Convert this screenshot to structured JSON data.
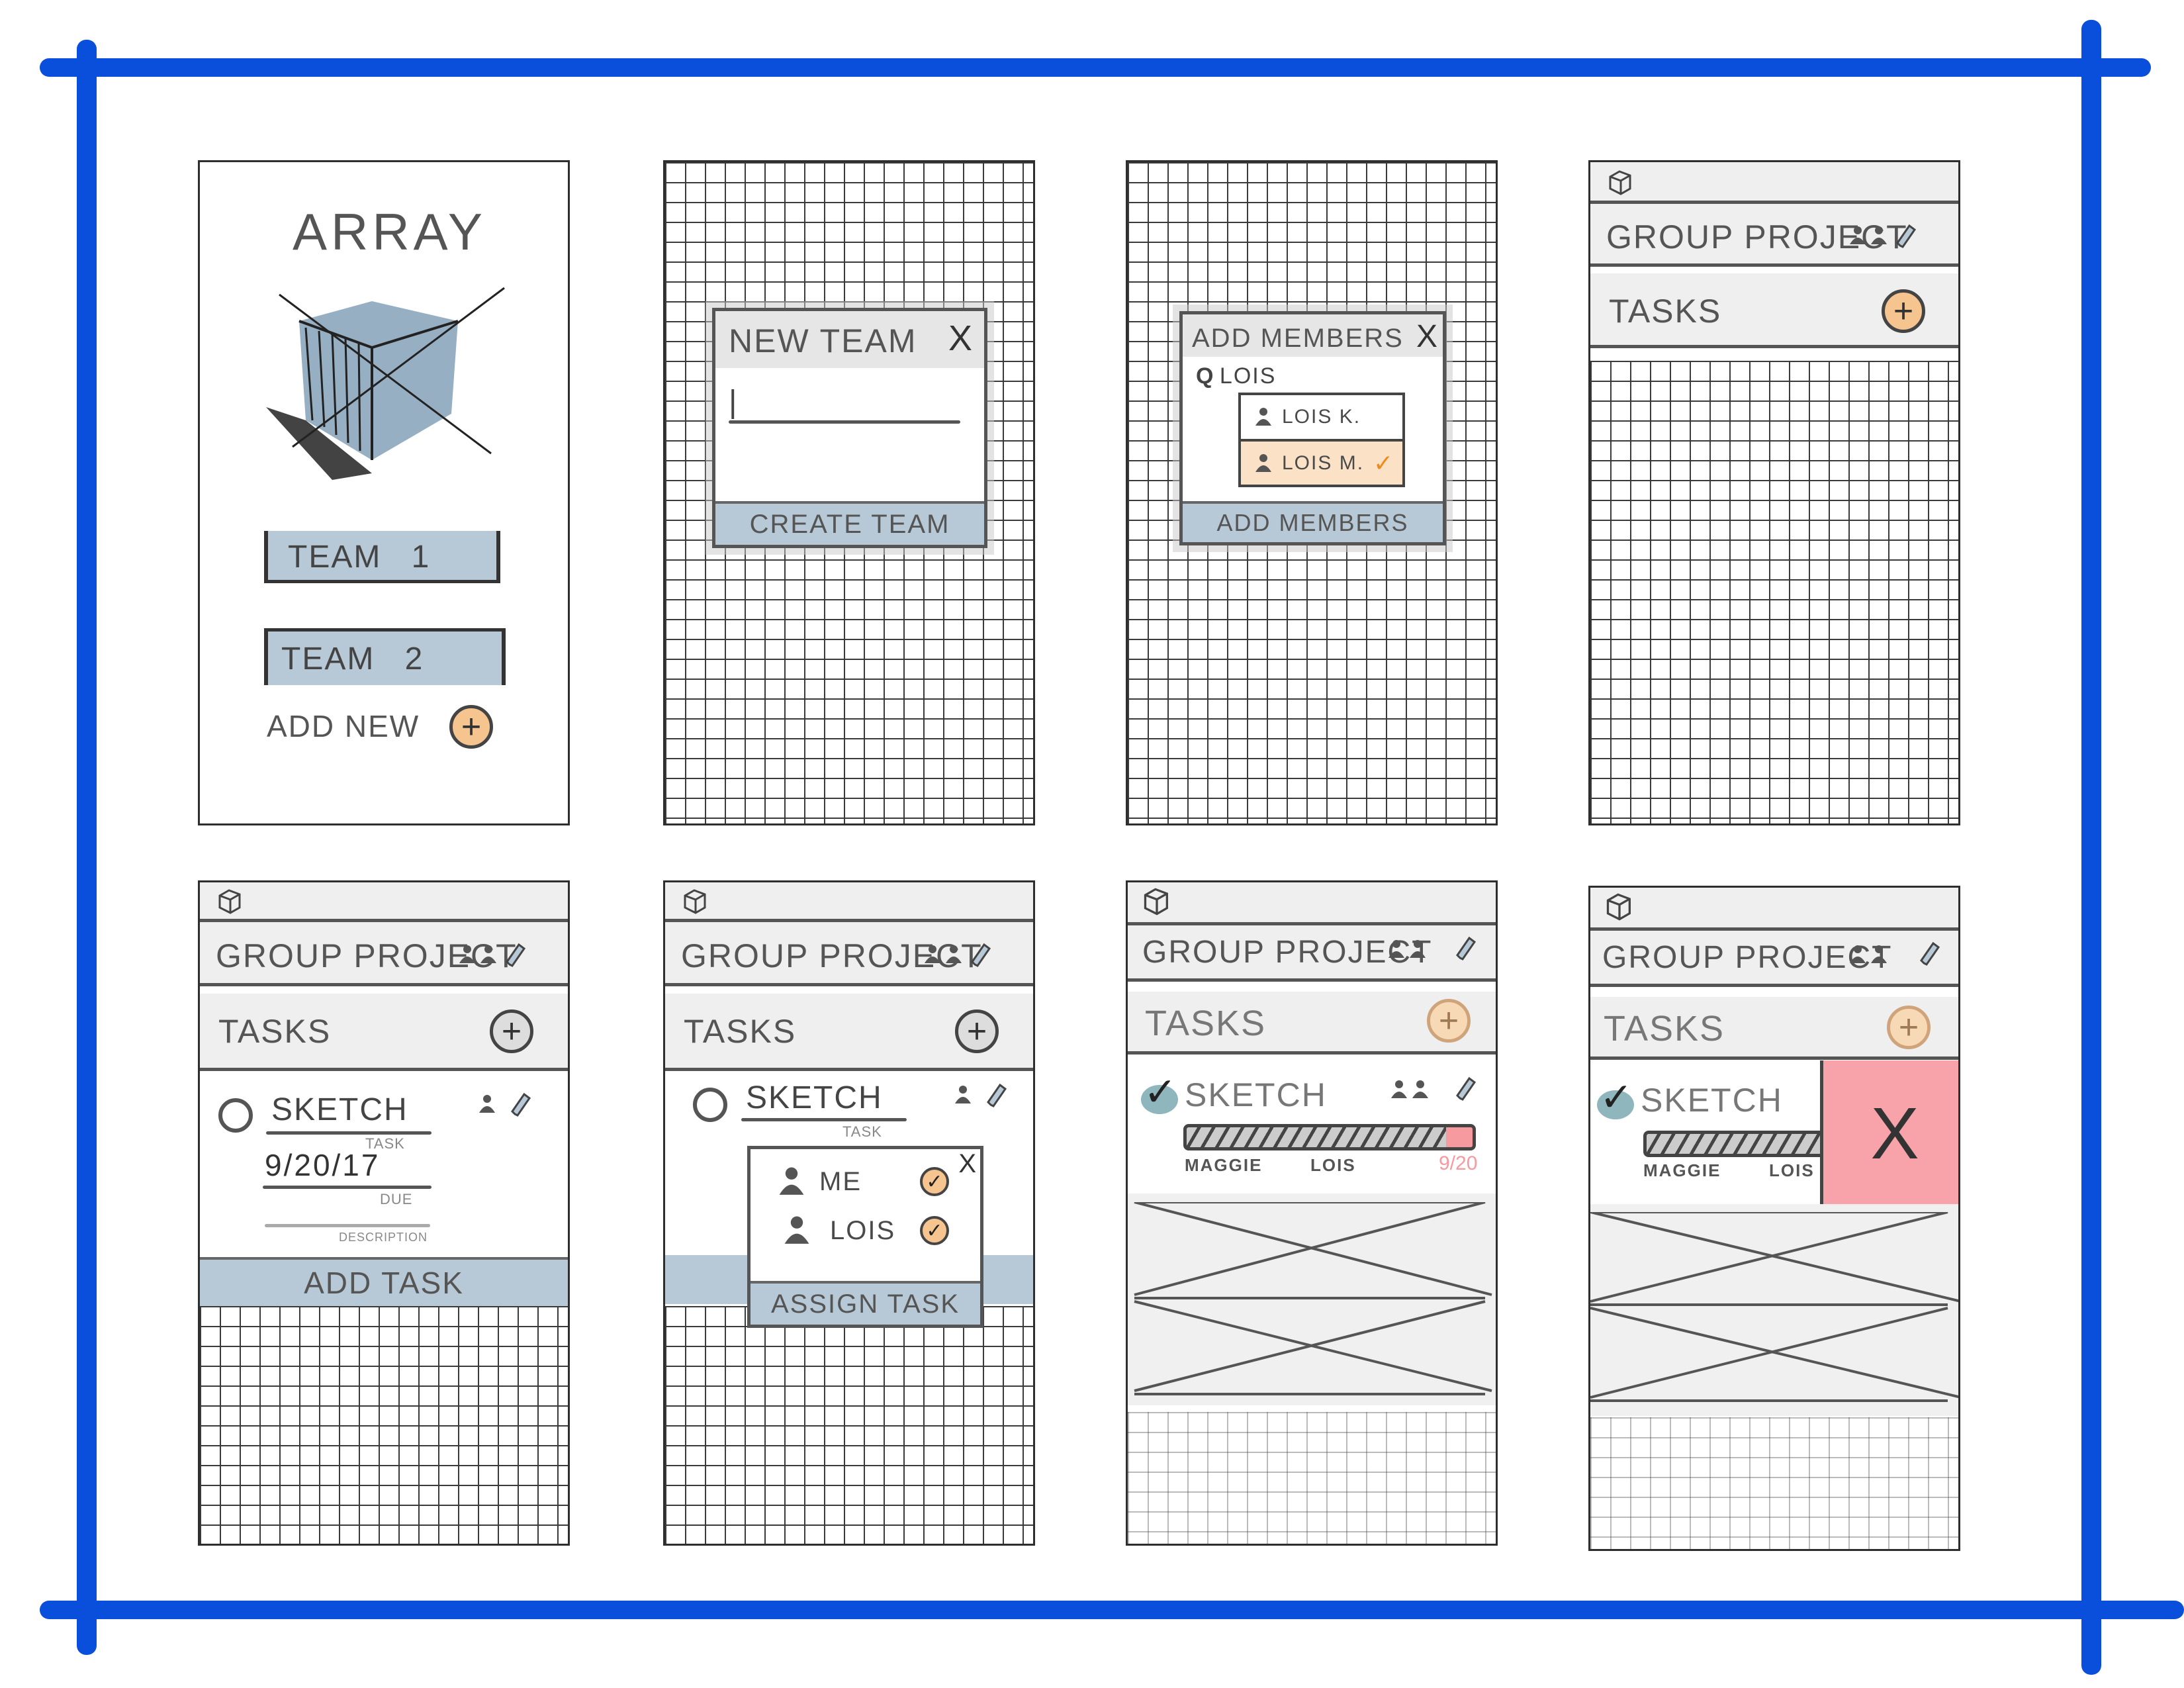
{
  "colors": {
    "frame": "#0a4fdc",
    "accent_orange": "#f5c48f",
    "button_blue": "#b7c9d6",
    "delete_red": "#f7a3a9",
    "check_teal": "#8fb5bd"
  },
  "screens": [
    {
      "title": "ARRAY",
      "teams": [
        "TEAM 1",
        "TEAM 2"
      ],
      "add_new": "ADD NEW",
      "icon": "plus-icon"
    },
    {
      "dialog_title": "NEW TEAM",
      "close": "X",
      "input_value": "|",
      "button": "CREATE TEAM"
    },
    {
      "dialog_title": "ADD MEMBERS",
      "close": "X",
      "search_value": "LOIS",
      "results": [
        "LOIS K.",
        "LOIS M."
      ],
      "button": "ADD MEMBERS"
    },
    {
      "project": "GROUP PROJECT",
      "section": "TASKS"
    },
    {
      "project": "GROUP PROJECT",
      "section": "TASKS",
      "task_name": "SKETCH",
      "task_label": "TASK",
      "due_value": "9/20/17",
      "due_label": "DUE",
      "description_label": "DESCRIPTION",
      "button": "ADD TASK"
    },
    {
      "project": "GROUP PROJECT",
      "section": "TASKS",
      "task_name": "SKETCH",
      "task_label": "TASK",
      "assignees": [
        "ME",
        "LOIS"
      ],
      "close": "X",
      "button": "ASSIGN TASK"
    },
    {
      "project": "GROUP PROJECT",
      "section": "TASKS",
      "task_name": "SKETCH",
      "progress_labels": [
        "MAGGIE",
        "LOIS"
      ],
      "progress_value": "9/20"
    },
    {
      "project": "GROUP PROJECT",
      "section": "TASKS",
      "task_name": "SKETCH",
      "progress_labels": [
        "MAGGIE",
        "LOIS"
      ],
      "delete": "X"
    }
  ]
}
